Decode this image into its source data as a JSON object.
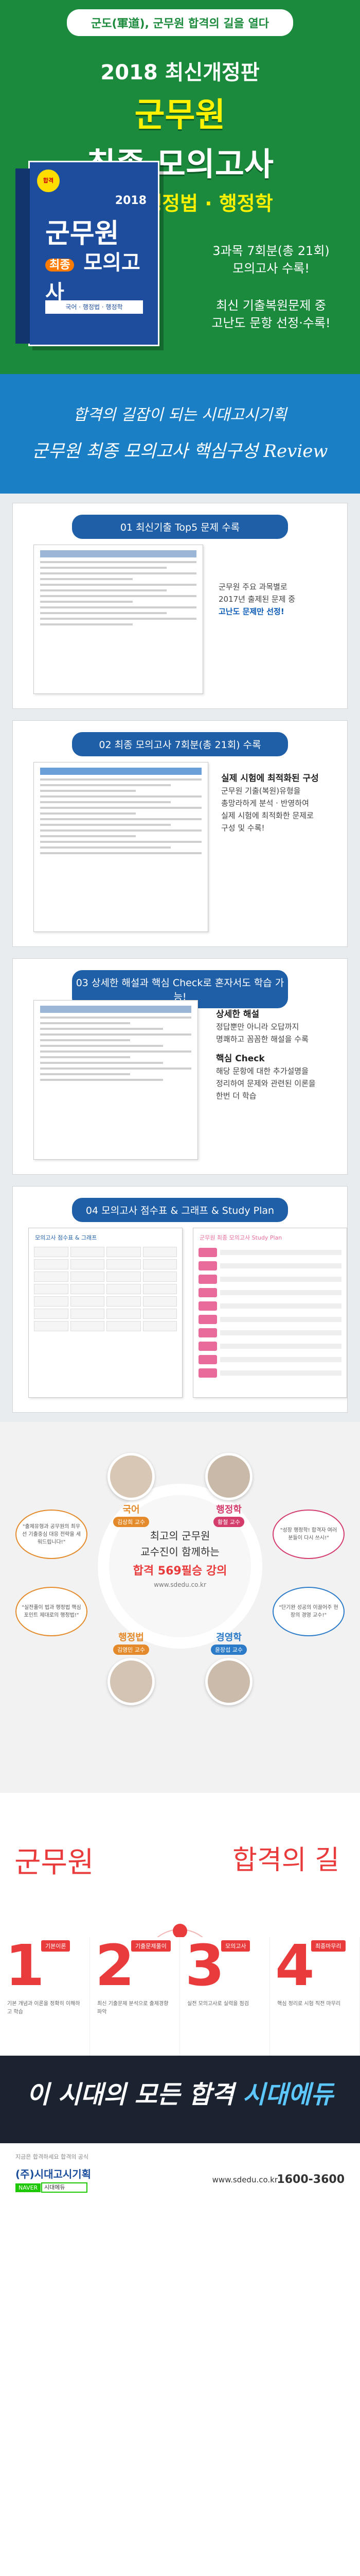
{
  "hero": {
    "tag": "군도(軍道), 군무원 합격의 길을 열다",
    "edition": "2018 최신개정판",
    "title1": "군무원",
    "title2": "최종 모의고사",
    "subjects": "국어 · 행정법 · 행정학",
    "info1": "3과목 7회분(총 21회)",
    "info2": "모의고사 수록!",
    "info3": "최신 기출복원문제 중",
    "info4": "고난도 문항 선정·수록!",
    "book": {
      "badge": "합격",
      "year": "2018",
      "title1": "군무원",
      "badge2": "최종",
      "title2": "모의고사",
      "sub": "국어 · 행정법 · 행정학"
    }
  },
  "review": {
    "line1": "합격의 길잡이 되는 시대고시기획",
    "line2": "군무원 최종 모의고사 핵심구성 Review"
  },
  "sections": [
    {
      "head": "01 최신기출 Top5 문제 수록",
      "note": [
        "군무원 주요 과목별로",
        "2017년 출제된 문제 중",
        "고난도 문제만 선정!"
      ]
    },
    {
      "head": "02 최종 모의고사 7회분(총 21회) 수록",
      "note_title": "실제 시험에 최적화된 구성",
      "note": [
        "군무원 기출(복원)유형을",
        "총망라하게 분석 · 반영하여",
        "실제 시험에 최적화한 문제로",
        "구성 및 수록!"
      ]
    },
    {
      "head": "03 상세한 해설과 핵심 Check로 혼자서도 학습 가능!",
      "note_title": "상세한 해설",
      "note": [
        "정답뿐만 아니라 오답까지",
        "명쾌하고 꼼꼼한 해설을 수록"
      ],
      "note_title2": "핵심 Check",
      "note2": [
        "해당 문항에 대한 추가설명을",
        "정리하여 문제와 관련된 이론을",
        "한번 더 학습"
      ]
    },
    {
      "head": "04 모의고사 점수표 & 그래프 & Study Plan",
      "plan_left": "모의고사 점수표 & 그래프",
      "plan_right": "군무원 최종 모의고사 Study Plan"
    }
  ],
  "lecture": {
    "c1": "최고의 군무원",
    "c2": "교수진이 함께하는",
    "c3": "합격 569필승 강의",
    "c4": "www.sdedu.co.kr",
    "teachers": [
      {
        "label": "국어",
        "name": "김상희 교수"
      },
      {
        "label": "행정학",
        "name": "황철 교수"
      },
      {
        "label": "행정법",
        "name": "김영민 교수"
      },
      {
        "label": "경영학",
        "name": "윤장섭 교수"
      }
    ],
    "bubbles": [
      "\"출제유형과 공무원의 최우선 기출중심 대응 전략을 세워드립니다!\"",
      "\"성장 행정학! 합격자 여러분들이 다시 쓰시!\"",
      "\"실전풀이 법과 행정법 핵심포인트 제대로의 행정법!\"",
      "\"단기완 성공의 이끌어주 현장의 경영 교수!\""
    ]
  },
  "pass": {
    "left": "군무원",
    "right": "합격의 길",
    "steps": [
      {
        "num": "1",
        "tab": "기본이론",
        "desc": "기본 개념과 이론을 정확히 이해하고 학습"
      },
      {
        "num": "2",
        "tab": "기출문제풀이",
        "desc": "최신 기출문제 분석으로 출제경향 파악"
      },
      {
        "num": "3",
        "tab": "모의고사",
        "desc": "실전 모의고사로 실력을 점검"
      },
      {
        "num": "4",
        "tab": "최종마무리",
        "desc": "핵심 정리로 시험 직전 마무리"
      }
    ]
  },
  "footer": {
    "slogan_a": "이 시대의 모든 합격 ",
    "slogan_b": "시대에듀",
    "small": "지금은 합격하세요 합격의 공식",
    "brand": "(주)시대고시기획",
    "naver": "NAVER",
    "search": "시대에듀",
    "url": "www.sdedu.co.kr",
    "phone": "1600-3600"
  },
  "colors": {
    "hero_green": "#1b8a3d",
    "accent_yellow": "#fff200",
    "review_blue": "#1a7fc4",
    "section_head": "#1f5fa8",
    "red": "#e93b3b"
  }
}
